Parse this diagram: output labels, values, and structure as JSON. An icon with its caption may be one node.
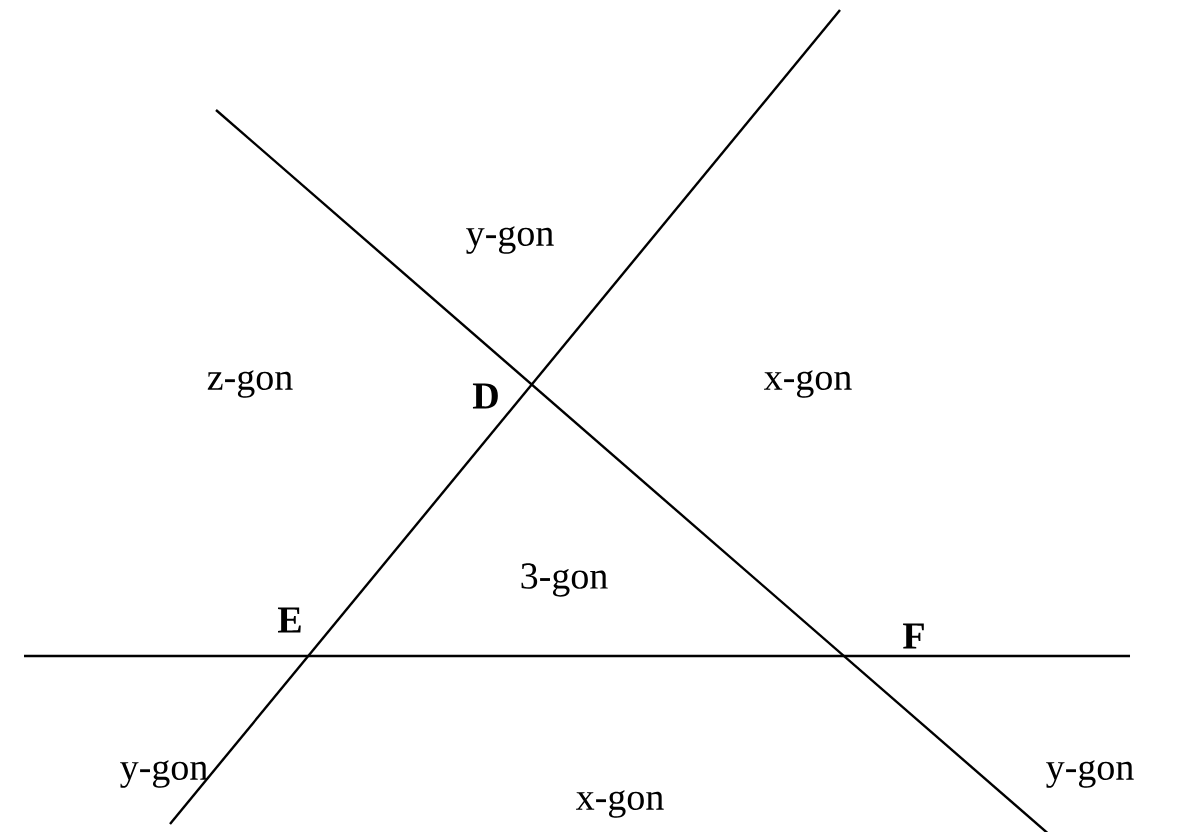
{
  "diagram": {
    "labels": [
      "y-gon",
      "z-gon",
      "D",
      "x-gon",
      "3-gon",
      "E",
      "F",
      "y-gon",
      "y-gon",
      "x-gon"
    ]
  }
}
